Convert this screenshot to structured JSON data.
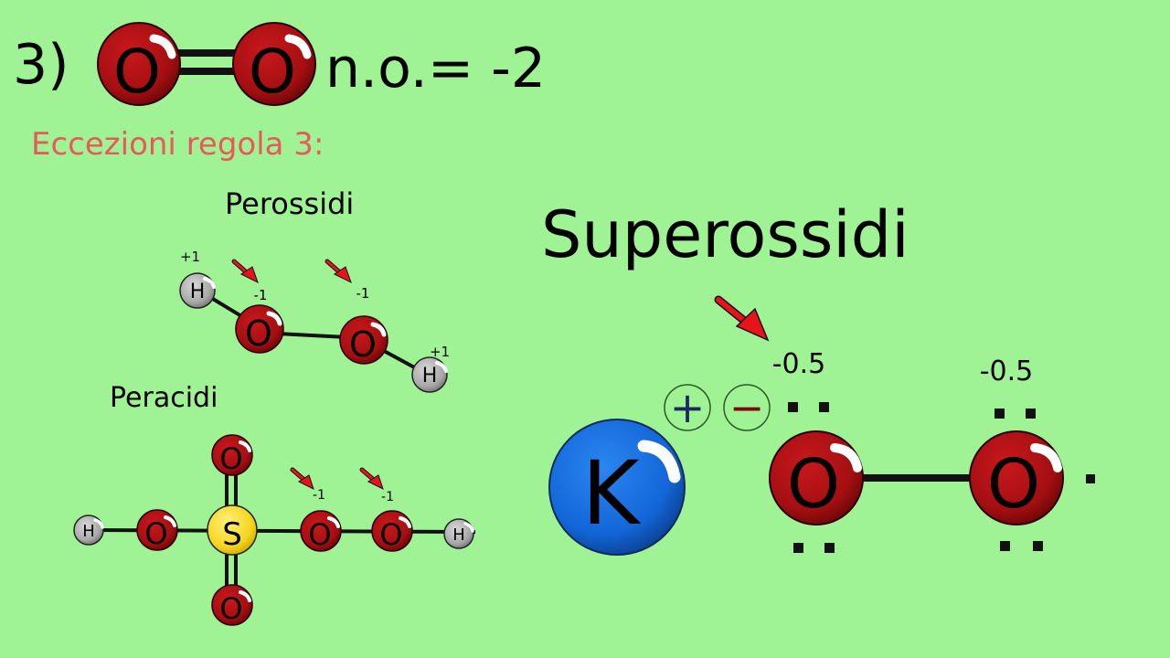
{
  "header": {
    "rule_number": "3)",
    "oxidation_state": "n.o.= -2",
    "exceptions_title": "Eccezioni regola 3:"
  },
  "sections": {
    "perossidi": "Perossidi",
    "peracidi": "Peracidi",
    "superossidi": "Superossidi"
  },
  "atoms": {
    "oxygen": "O",
    "hydrogen": "H",
    "sulfur": "S",
    "potassium": "K"
  },
  "charges": {
    "h_plus_one": "+1",
    "o_minus_one": "-1",
    "o_minus_half": "-0.5",
    "plus_sign": "+",
    "minus_sign": "−"
  },
  "colors": {
    "background": "#a0f394",
    "oxygen": "#a40f12",
    "hydrogen": "#a8a8a8",
    "sulfur": "#f6d520",
    "potassium": "#1366d8",
    "arrow": "#e8141a",
    "exceptions_text": "#e85a5a"
  }
}
